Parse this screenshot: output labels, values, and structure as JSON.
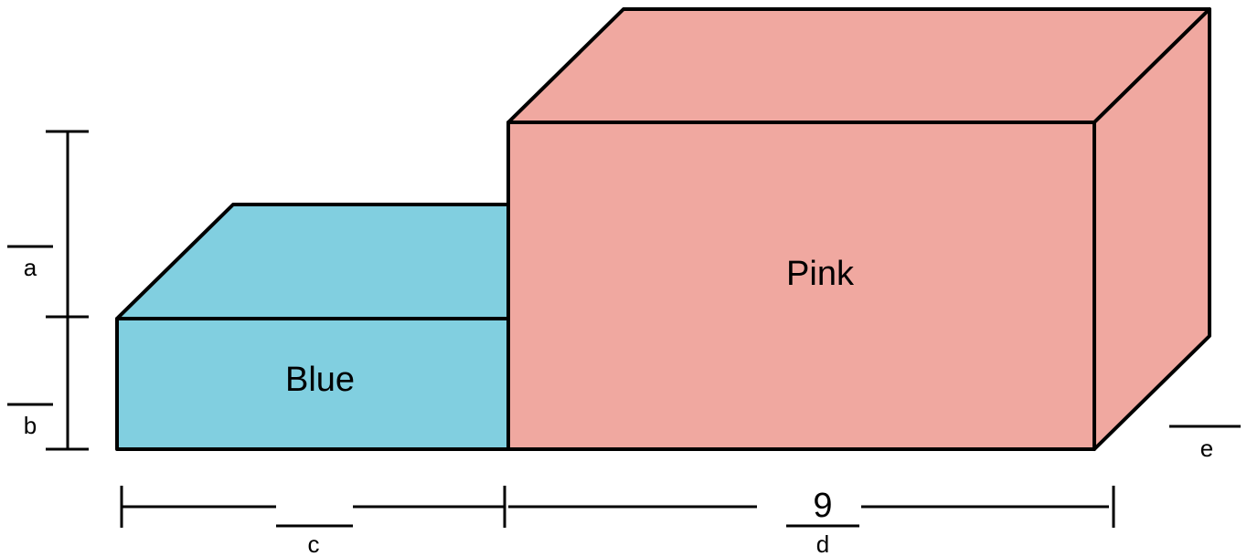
{
  "shapes": {
    "blue": {
      "label": "Blue",
      "color": "#81cfe0"
    },
    "pink": {
      "label": "Pink",
      "color": "#f0a8a0"
    }
  },
  "dimensions": {
    "a": {
      "letter": "a",
      "value": ""
    },
    "b": {
      "letter": "b",
      "value": ""
    },
    "c": {
      "letter": "c",
      "value": ""
    },
    "d": {
      "letter": "d",
      "value": "9"
    },
    "e": {
      "letter": "e",
      "value": ""
    }
  }
}
